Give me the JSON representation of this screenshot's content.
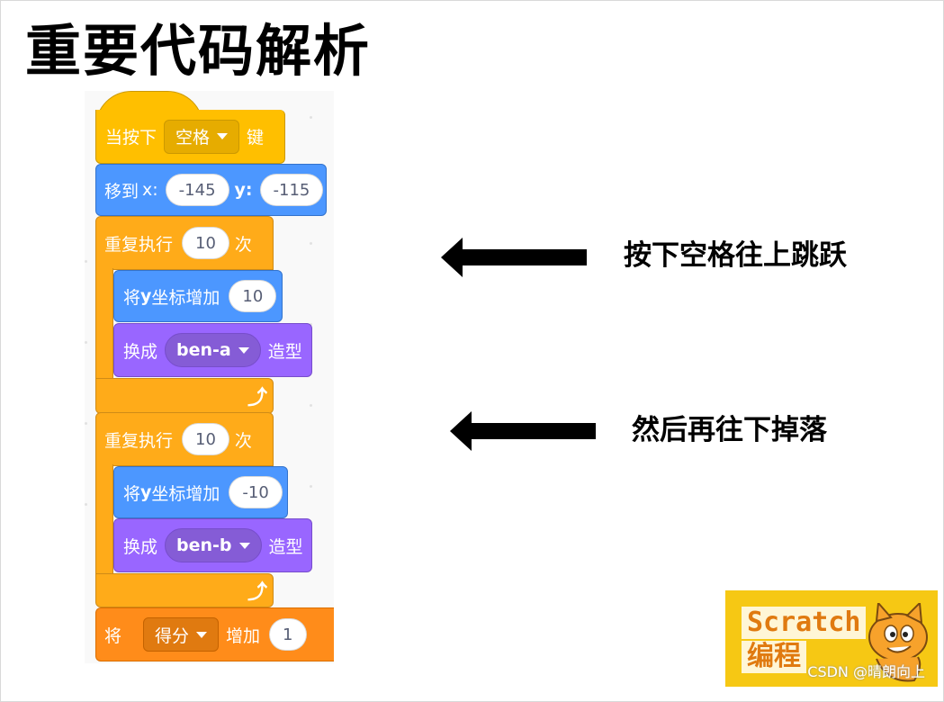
{
  "slide": {
    "title": "重要代码解析"
  },
  "blocks": {
    "when_key": {
      "prefix": "当按下",
      "key": "空格",
      "suffix": "键"
    },
    "goto": {
      "label": "移到",
      "x_label": "x:",
      "x_value": "-145",
      "y_label": "y:",
      "y_value": "-115"
    },
    "repeat1": {
      "label": "重复执行",
      "count": "10",
      "suffix": "次"
    },
    "change_y1": {
      "label_pre": "将",
      "label_var": "y",
      "label_post": "坐标增加",
      "value": "10"
    },
    "costume1": {
      "label": "换成",
      "costume": "ben-a",
      "suffix": "造型"
    },
    "repeat2": {
      "label": "重复执行",
      "count": "10",
      "suffix": "次"
    },
    "change_y2": {
      "label_pre": "将",
      "label_var": "y",
      "label_post": "坐标增加",
      "value": "-10"
    },
    "costume2": {
      "label": "换成",
      "costume": "ben-b",
      "suffix": "造型"
    },
    "change_var": {
      "label": "将",
      "variable": "得分",
      "middle": "增加",
      "value": "1"
    }
  },
  "annotations": {
    "note1": "按下空格往上跳跃",
    "note2": "然后再往下掉落"
  },
  "logo": {
    "word": "Scratch",
    "sub": "编程"
  },
  "watermark": "CSDN @晴朗向上",
  "colors": {
    "event": "#ffbf00",
    "motion": "#4c97ff",
    "control": "#ffab19",
    "looks": "#9966ff",
    "variables": "#ff8c1a"
  },
  "icons": {
    "loop_arrow": "repeat-arrow-icon",
    "dropdown": "caret-down-icon",
    "annotation_arrow": "left-arrow-icon",
    "mascot": "scratch-cat-icon"
  }
}
